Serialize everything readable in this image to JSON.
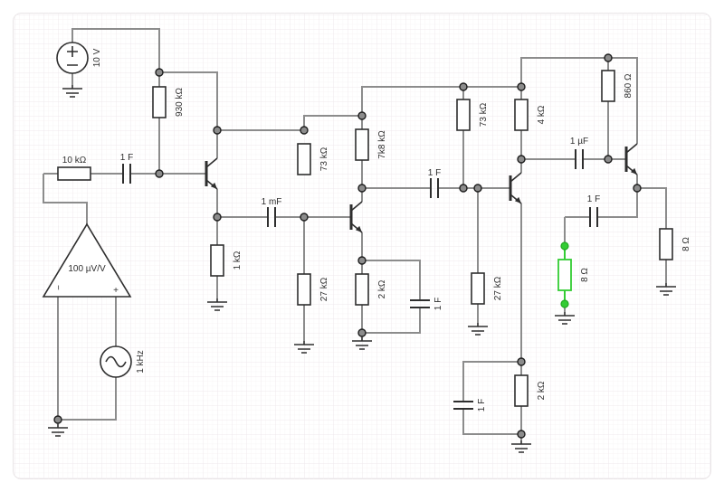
{
  "app": {
    "type": "circuit-schematic",
    "description": "multi-stage transistor amplifier schematic on grid canvas"
  },
  "colors": {
    "background": "#ffffff",
    "grid_minor": "#f8f4f6",
    "grid_major": "#efe9ec",
    "wire": "#8c8c8c",
    "component": "#2e2e2e",
    "selection": "#33cc33"
  },
  "selection": {
    "selected_component": "load-resistor-8ohm",
    "highlight_color": "#33cc33"
  },
  "labels": {
    "supply": "10 V",
    "r_supply_bias": "930 kΩ",
    "r_series_in": "10 kΩ",
    "c_in": "1 F",
    "amp_gain": "100 µV/V",
    "amp_minus": "−",
    "amp_plus": "+",
    "src_freq": "1 kHz",
    "r_e1": "1 kΩ",
    "c_c1": "1 mF",
    "r_div1_top": "73 kΩ",
    "r_div1_bot": "27 kΩ",
    "r_c2": "7k8 kΩ",
    "r_e2": "2 kΩ",
    "c_bypass2": "1 F",
    "c_c2": "1 F",
    "r_div2_top": "73 kΩ",
    "r_div2_bot": "27 kΩ",
    "r_c3": "4 kΩ",
    "r_e3": "2 kΩ",
    "c_bypass3": "1 F",
    "c_c3": "1 µF",
    "r_b4": "860 Ω",
    "c_out": "1 F",
    "r_e4": "8 Ω",
    "r_load": "8 Ω"
  }
}
